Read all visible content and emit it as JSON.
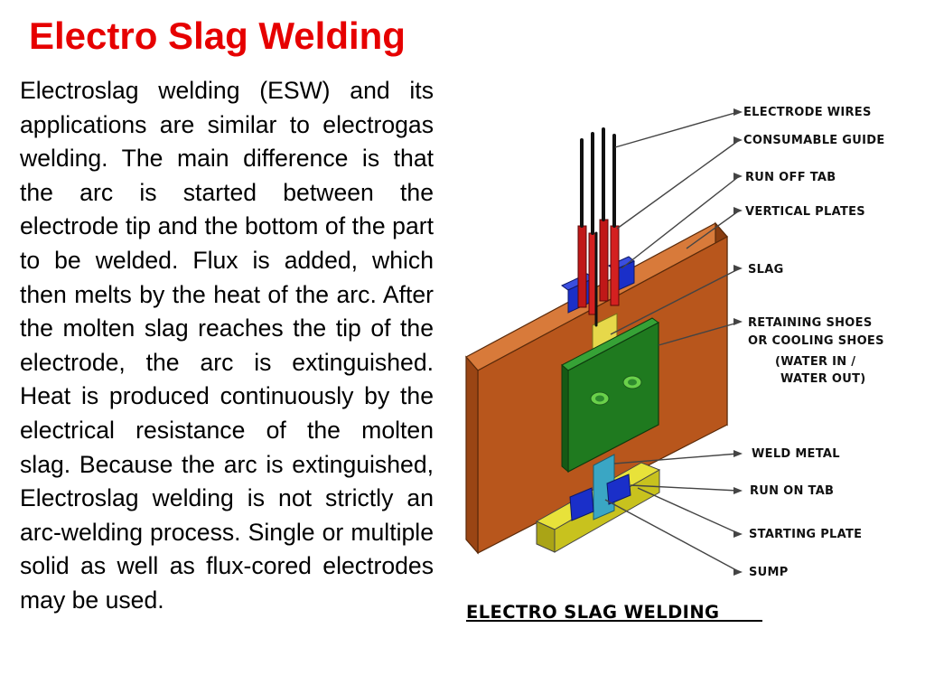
{
  "slide": {
    "title": "Electro Slag Welding",
    "body": "Electroslag welding (ESW) and its applications are similar to electrogas welding. The main difference is that the arc is started between the electrode tip and the bottom of the part to be welded. Flux is added, which then melts by the heat of the arc. After the molten slag reaches the tip of the electrode, the arc is extinguished. Heat is produced continuously by the electrical resistance of the molten slag. Because the arc is extinguished, Electroslag welding is not strictly an arc-welding process. Single or multiple solid as well as flux-cored electrodes may be used."
  },
  "diagram": {
    "caption": "ELECTRO SLAG WELDING",
    "labels": {
      "electrode_wires": "ELECTRODE WIRES",
      "consumable_guide": "CONSUMABLE GUIDE",
      "run_off_tab": "RUN OFF TAB",
      "vertical_plates": "VERTICAL PLATES",
      "slag": "SLAG",
      "retaining_line1": "RETAINING SHOES",
      "retaining_line2": "OR COOLING SHOES",
      "water_line1": "(WATER IN /",
      "water_line2": "WATER OUT)",
      "weld_metal": "WELD METAL",
      "run_on_tab": "RUN ON TAB",
      "starting_plate": "STARTING PLATE",
      "sump": "SUMP"
    },
    "colors": {
      "plate": "#b8561c",
      "shoe": "#1f7a1f",
      "slag": "#e6d84a",
      "weld": "#3aa6c4",
      "tab": "#1a2fc9",
      "guide": "#c01818",
      "wire": "#111111",
      "starting_plate": "#c8c21e"
    }
  }
}
